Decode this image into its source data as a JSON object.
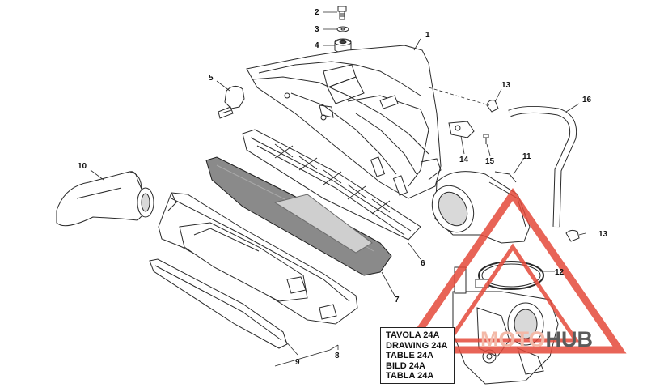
{
  "callouts": [
    {
      "id": "1",
      "label": "1"
    },
    {
      "id": "2",
      "label": "2"
    },
    {
      "id": "3",
      "label": "3"
    },
    {
      "id": "4",
      "label": "4"
    },
    {
      "id": "5",
      "label": "5"
    },
    {
      "id": "6",
      "label": "6"
    },
    {
      "id": "7",
      "label": "7"
    },
    {
      "id": "8",
      "label": "8"
    },
    {
      "id": "9",
      "label": "9"
    },
    {
      "id": "10",
      "label": "10"
    },
    {
      "id": "11",
      "label": "11"
    },
    {
      "id": "12",
      "label": "12"
    },
    {
      "id": "13a",
      "label": "13"
    },
    {
      "id": "13b",
      "label": "13"
    },
    {
      "id": "14",
      "label": "14"
    },
    {
      "id": "15",
      "label": "15"
    },
    {
      "id": "16",
      "label": "16"
    }
  ],
  "drawing_box": {
    "lines": [
      "TAVOLA 24A",
      "DRAWING 24A",
      "TABLE 24A",
      "BILD 24A",
      "TABLA 24A"
    ]
  },
  "watermark": {
    "moto": "MOTO",
    "hub": "HUB",
    "colors": {
      "triangle": "#e4493a",
      "moto": "#f3b9a8",
      "hub": "#5b5b5b"
    }
  },
  "colors": {
    "line": "#2a2a2a",
    "fill": "#ffffff",
    "shade": "#d9d9d9",
    "filter": "#8a8a8a"
  }
}
